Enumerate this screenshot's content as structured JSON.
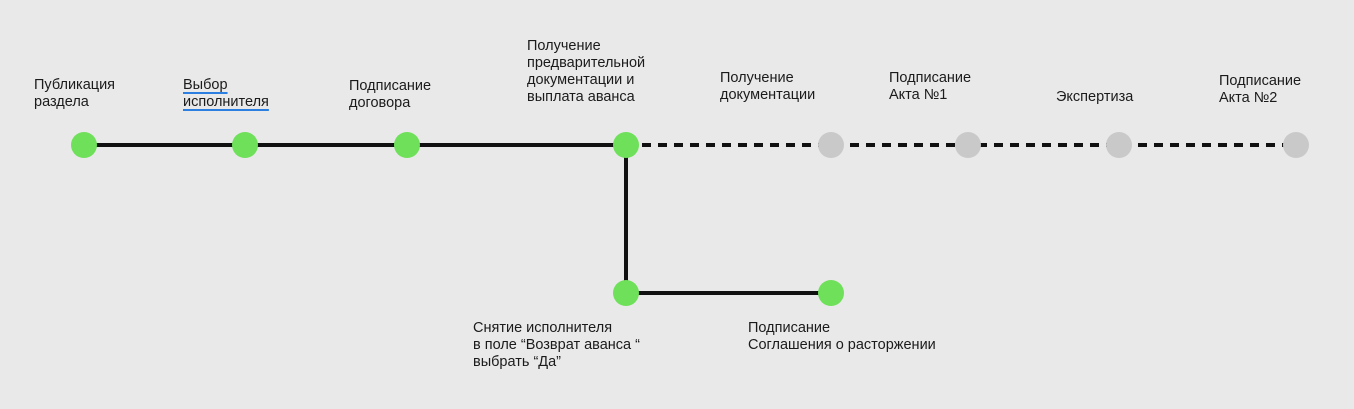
{
  "colors": {
    "background": "#e9e9e9",
    "completed": "#6ee05a",
    "pending": "#c9c9c9",
    "line": "#111111",
    "underline": "#2a7fe0"
  },
  "stages": [
    {
      "label": "Публикация\nраздела",
      "status": "completed"
    },
    {
      "label": "Выбор\nисполнителя",
      "status": "completed"
    },
    {
      "label": "Подписание\nдоговора",
      "status": "completed"
    },
    {
      "label": "Получение\nпредварительной\nдокументации и\nвыплата аванса",
      "status": "completed"
    },
    {
      "label": "Получение\nдокументации",
      "status": "pending"
    },
    {
      "label": "Подписание\nАкта №1",
      "status": "pending"
    },
    {
      "label": "Экспертиза",
      "status": "pending"
    },
    {
      "label": "Подписание\nАкта №2",
      "status": "pending"
    }
  ],
  "branch": [
    {
      "label": "Снятие исполнителя\nв поле “Возврат аванса “\nвыбрать “Да”",
      "status": "completed"
    },
    {
      "label": "Подписание\nСоглашения о расторжении",
      "status": "completed"
    }
  ]
}
